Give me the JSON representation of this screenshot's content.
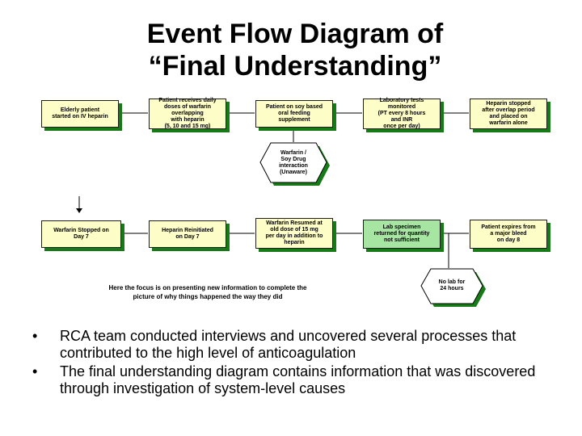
{
  "title": {
    "line1": "Event Flow Diagram of",
    "line2": "“Final Understanding”"
  },
  "top_row": [
    {
      "text": "Elderly patient\nstarted on IV heparin"
    },
    {
      "text": "Patient receives daily\ndoses of warfarin\noverlapping\nwith heparin\n(5, 10 and 15 mg)"
    },
    {
      "text": "Patient on soy based\noral feeding\nsupplement"
    },
    {
      "text": "Laboratory tests\nmonitored\n(PT every 8 hours\nand INR\nonce per day)"
    },
    {
      "text": "Heparin stopped\nafter overlap period\nand placed on\nwarfarin alone"
    }
  ],
  "bottom_row": [
    {
      "text": "Warfarin Stopped on\nDay 7"
    },
    {
      "text": "Heparin Reinitiated\non Day 7"
    },
    {
      "text": "Warfarin Resumed at\nold dose of 15 mg\nper day in addition to\nheparin"
    },
    {
      "text": "Lab specimen\nreturned for quantity\nnot sufficient",
      "highlight": true
    },
    {
      "text": "Patient expires from\na major bleed\non day 8"
    }
  ],
  "conditions": {
    "top": "Warfarin /\nSoy Drug\ninteraction\n(Unaware)",
    "bottom": "No lab for\n24 hours"
  },
  "caption": "Here the focus is on presenting new information to complete the\npicture of why things happened the way they did",
  "bullets": [
    {
      "marker": "•",
      "text": "RCA team conducted interviews and uncovered several processes that contributed to the high level of anticoagulation"
    },
    {
      "marker": "•",
      "text": "The final understanding diagram contains information that was discovered through investigation of system-level causes"
    }
  ],
  "colors": {
    "box_fill": "#fdfdc8",
    "box_shadow": "#167a16",
    "highlight_fill": "#a6e6a2",
    "hex_fill": "#ffffff"
  }
}
